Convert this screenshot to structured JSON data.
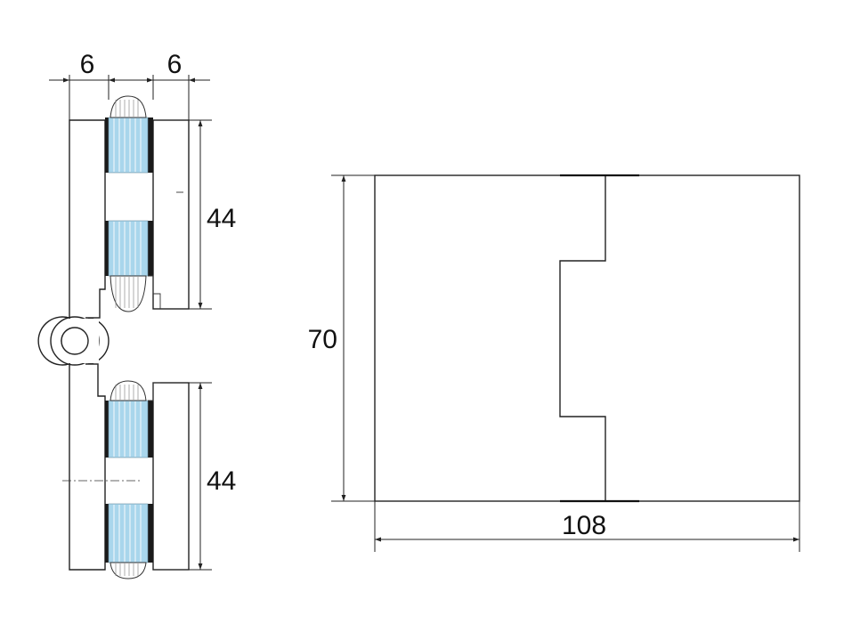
{
  "dimensions": {
    "side_left_width": "6",
    "side_right_width": "6",
    "upper_clamp_height": "44",
    "lower_clamp_height": "44",
    "front_height": "70",
    "front_width": "108"
  },
  "colors": {
    "glass": "#a9d6ec",
    "line": "#222222",
    "gasket": "#1a1a1a"
  }
}
